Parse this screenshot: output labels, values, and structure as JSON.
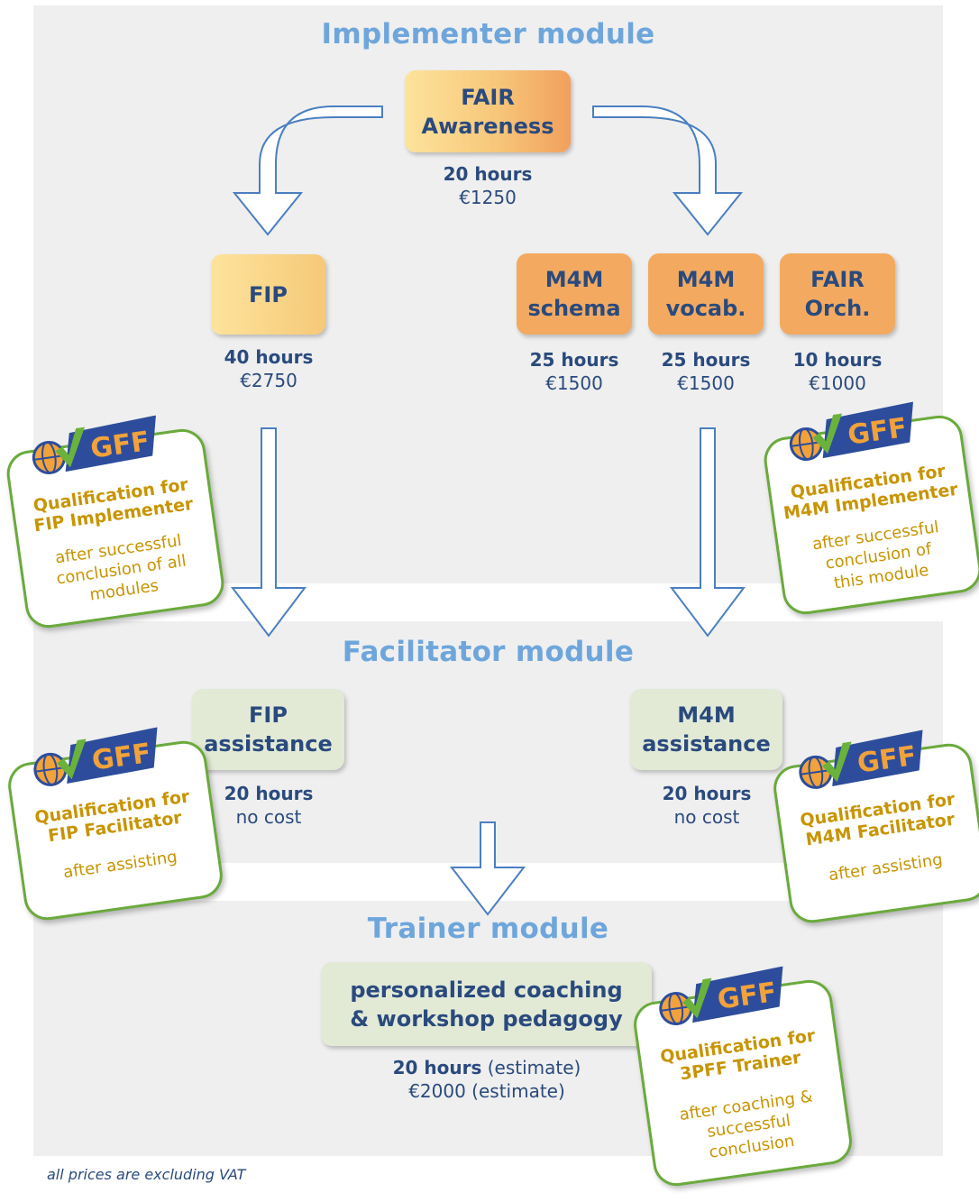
{
  "sections": {
    "implementer": "Implementer module",
    "facilitator": "Facilitator module",
    "trainer": "Trainer module"
  },
  "modules": {
    "fair_awareness": {
      "line1": "FAIR",
      "line2": "Awareness",
      "hours": "20 hours",
      "price": "€1250"
    },
    "fip": {
      "line1": "FIP",
      "hours": "40 hours",
      "price": "€2750"
    },
    "m4m_schema": {
      "line1": "M4M",
      "line2": "schema",
      "hours": "25 hours",
      "price": "€1500"
    },
    "m4m_vocab": {
      "line1": "M4M",
      "line2": "vocab.",
      "hours": "25 hours",
      "price": "€1500"
    },
    "fair_orch": {
      "line1": "FAIR",
      "line2": "Orch.",
      "hours": "10 hours",
      "price": "€1000"
    },
    "fip_assistance": {
      "line1": "FIP",
      "line2": "assistance",
      "hours": "20 hours",
      "price": "no cost"
    },
    "m4m_assistance": {
      "line1": "M4M",
      "line2": "assistance",
      "hours": "20 hours",
      "price": "no cost"
    },
    "coaching": {
      "line1": "personalized coaching",
      "line2": "& workshop pedagogy",
      "hours": "20 hours",
      "hours_note": " (estimate)",
      "price": "€2000",
      "price_note": " (estimate)"
    }
  },
  "qualifications": {
    "badge_text": "GFF",
    "fip_implementer": {
      "title1": "Qualification for",
      "title2": "FIP Implementer",
      "note1": "after successful",
      "note2": "conclusion of all",
      "note3": "modules"
    },
    "m4m_implementer": {
      "title1": "Qualification for",
      "title2": "M4M Implementer",
      "note1": "after successful",
      "note2": "conclusion of",
      "note3": "this module"
    },
    "fip_facilitator": {
      "title1": "Qualification for",
      "title2": "FIP Facilitator",
      "note1": "after assisting"
    },
    "m4m_facilitator": {
      "title1": "Qualification for",
      "title2": "M4M Facilitator",
      "note1": "after assisting"
    },
    "trainer": {
      "title1": "Qualification for",
      "title2": "3PFF Trainer",
      "note1": "after coaching &",
      "note2": "successful",
      "note3": "conclusion"
    }
  },
  "footnote": "all prices are excluding VAT",
  "colors": {
    "section_title": "#6ea6dc",
    "module_text": "#2a4a7e",
    "qualification_text": "#c89400",
    "qualification_border": "#6aaa3c",
    "arrow_outline": "#4a7fc1",
    "yellow_box": "#fde39c",
    "orange_box": "#f3aa60",
    "green_box": "#e2ead6",
    "badge_blue": "#2d4d9c",
    "badge_check": "#6ab23c"
  }
}
